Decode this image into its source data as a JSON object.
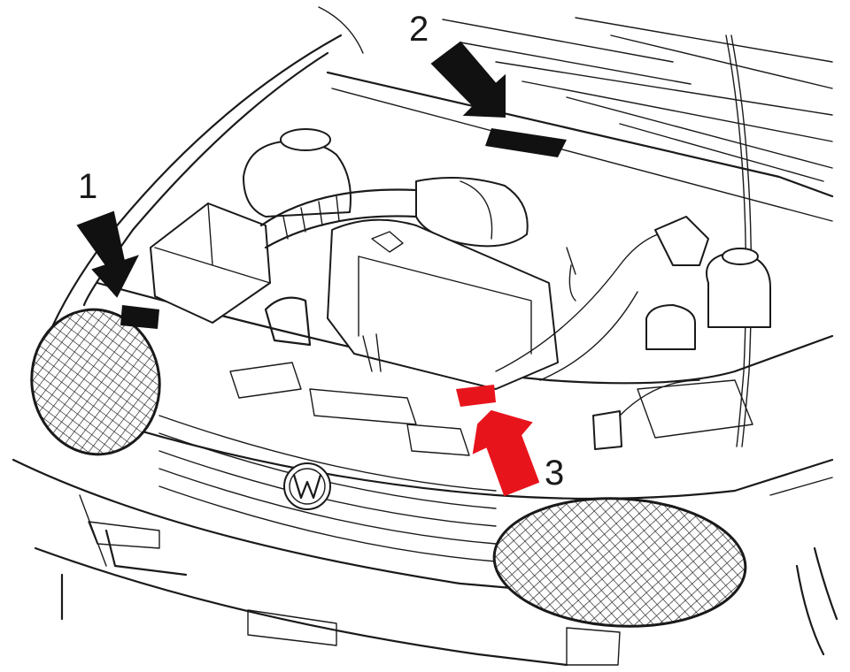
{
  "callouts": [
    {
      "id": "1",
      "label": "1"
    },
    {
      "id": "2",
      "label": "2"
    },
    {
      "id": "3",
      "label": "3"
    }
  ],
  "colors": {
    "line": "#1a1a1a",
    "marker": "#111111",
    "highlight_arrow": "#e8141c"
  },
  "icons": {
    "emblem": "vw-emblem-icon",
    "pointer": "arrow-icon"
  }
}
